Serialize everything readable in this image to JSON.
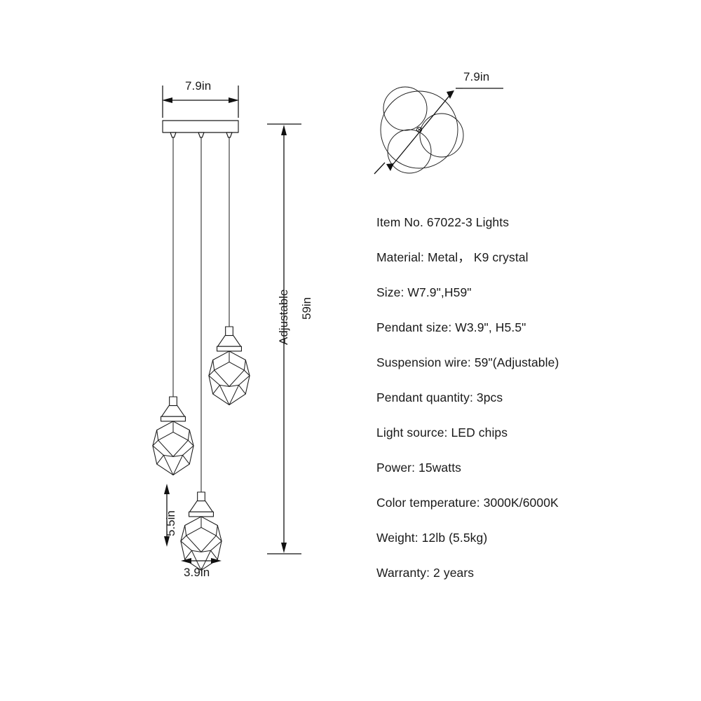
{
  "document": {
    "type": "product-dimension-drawing",
    "subject": "3-light crystal pendant chandelier",
    "background_color": "#ffffff",
    "line_color": "#1a1a1a"
  },
  "front_view": {
    "name": "front-elevation",
    "width_dimension": "7.9in",
    "drop_dimension": "59in",
    "drop_note": "Adjustable",
    "pendant_height_dimension": "5.5in",
    "pendant_width_dimension": "3.9in",
    "pendant_count": 3
  },
  "top_view": {
    "name": "top-plan-view",
    "diameter_dimension": "7.9in",
    "pendant_count": 3
  },
  "specs": {
    "lines": [
      "Item No. 67022-3 Lights",
      "Material: Metal，  K9 crystal",
      "Size: W7.9\",H59\"",
      "Pendant size: W3.9\", H5.5\"",
      "Suspension wire: 59\"(Adjustable)",
      "Pendant quantity: 3pcs",
      "Light source:  LED chips",
      "Power: 15watts",
      "Color temperature: 3000K/6000K",
      "Weight: 12lb (5.5kg)",
      "Warranty: 2 years"
    ]
  }
}
